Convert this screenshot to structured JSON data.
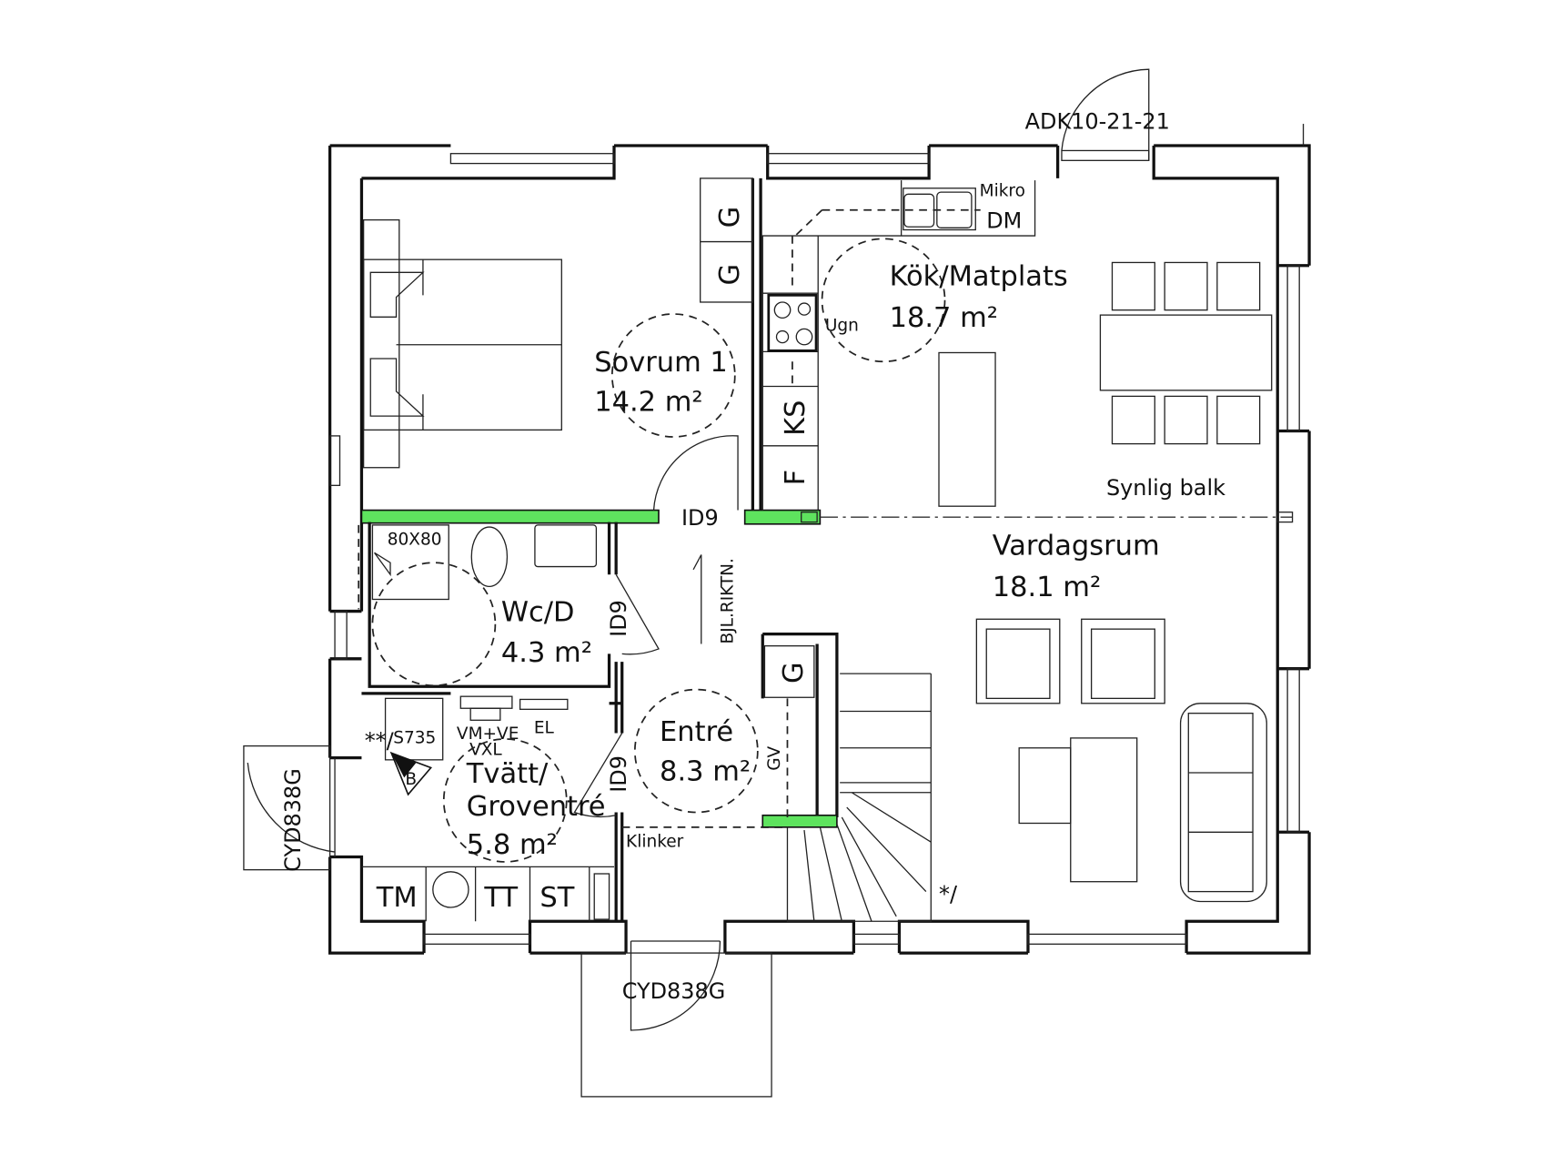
{
  "colors": {
    "accent_green": "#5ee35e",
    "line": "#111111"
  },
  "rooms": {
    "sovrum": {
      "name": "Sovrum 1",
      "area": "14.2 m²"
    },
    "kok": {
      "name": "Kök/Matplats",
      "area": "18.7 m²"
    },
    "vardagsrum": {
      "name": "Vardagsrum",
      "area": "18.1 m²"
    },
    "wc": {
      "name": "Wc/D",
      "area": "4.3 m²"
    },
    "entre": {
      "name": "Entré",
      "area": "8.3 m²"
    },
    "tvatt": {
      "name_line1": "Tvätt/",
      "name_line2": "Groventré",
      "area": "5.8 m²"
    }
  },
  "labels": {
    "door_top": "ADK10-21-21",
    "door_left": "CYD838G",
    "door_bottom": "CYD838G",
    "mikro": "Mikro",
    "dm": "DM",
    "ugn": "Ugn",
    "ks": "KS",
    "f": "F",
    "g1": "G",
    "g2": "G",
    "g3": "G",
    "gv": "GV",
    "id9_top": "ID9",
    "id9_wc": "ID9",
    "id9_tvatt": "ID9",
    "bjl": "BJL.RIKTN.",
    "synlig_balk": "Synlig balk",
    "shower": "80X80",
    "s735": "S735",
    "vm_ve": "VM+VE",
    "vxl": "VXL",
    "el": "EL",
    "b": "B",
    "tm": "TM",
    "tt": "TT",
    "st": "ST",
    "klinker": "Klinker",
    "star_left": "**/",
    "star_right": "*/"
  }
}
